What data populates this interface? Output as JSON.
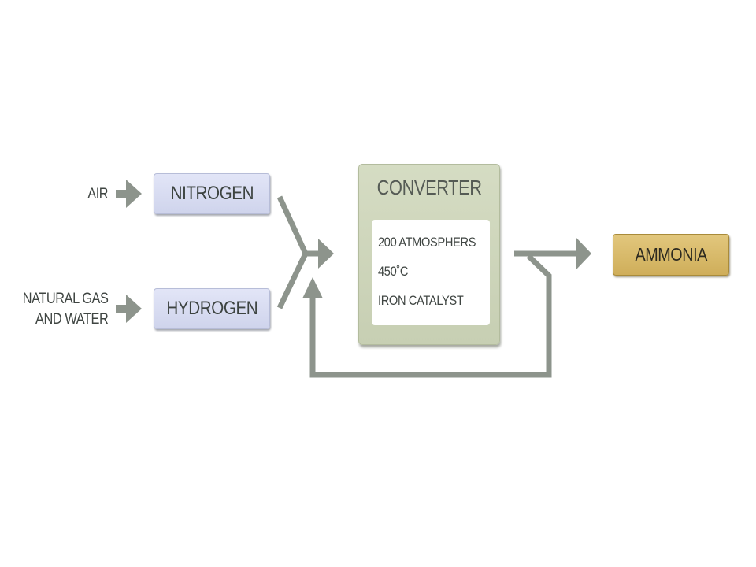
{
  "sources": {
    "air": "AIR",
    "gas_line1": "NATURAL GAS",
    "gas_line2": "AND WATER"
  },
  "nodes": {
    "nitrogen": "NITROGEN",
    "hydrogen": "HYDROGEN",
    "product": "AMMONIA"
  },
  "converter": {
    "title": "CONVERTER",
    "conditions": [
      "200 ATMOSPHERS",
      "450˚C",
      "IRON CATALYST"
    ]
  },
  "colors": {
    "arrow": "#8d948c",
    "gas_box": "#d9ddf3",
    "converter_box": "#cdd5bb",
    "product_box": "#d8bb6a"
  }
}
